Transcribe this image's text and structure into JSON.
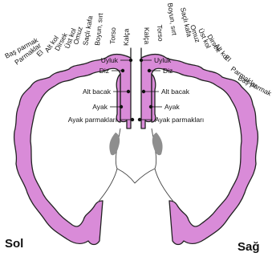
{
  "left_side_label": "Sol",
  "right_side_label": "Sağ",
  "left_arc_labels": [
    "Baş parmak",
    "Parmaklar",
    "El",
    "Alt kol",
    "Dirsek",
    "Üst kol",
    "Omuz",
    "Saçlı kafa",
    "Boyun, sırt",
    "Torso",
    "Kalça"
  ],
  "right_arc_labels": [
    "Kalça",
    "Torso",
    "Boyun, sırt",
    "Saçlı kafa",
    "Omuz",
    "Üst kol",
    "Dirsek",
    "Alt kol",
    "El",
    "Parmaklar",
    "Baş parmak"
  ],
  "left_inner_labels": [
    "Uyluk",
    "Diz",
    "Alt bacak",
    "Ayak",
    "Ayak parmakları"
  ],
  "right_inner_labels": [
    "Uyluk",
    "Diz",
    "Alt bacak",
    "Ayak",
    "Ayak parmakları"
  ],
  "colors": {
    "cortex": "#d98bd8",
    "ventricle": "#8e8e8e",
    "outline": "#222222"
  }
}
